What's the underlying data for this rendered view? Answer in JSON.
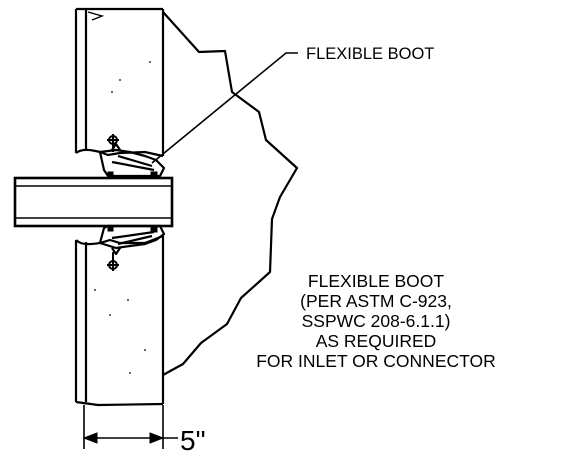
{
  "callout_label": "FLEXIBLE BOOT",
  "note": {
    "line1": "FLEXIBLE BOOT",
    "line2": "(PER ASTM C-923,",
    "line3": "SSPWC 208-6.1.1)",
    "line4": "AS REQUIRED",
    "line5": "FOR INLET OR CONNECTOR"
  },
  "dimension_label": "5\"",
  "colors": {
    "line": "#000000",
    "background": "#ffffff"
  }
}
